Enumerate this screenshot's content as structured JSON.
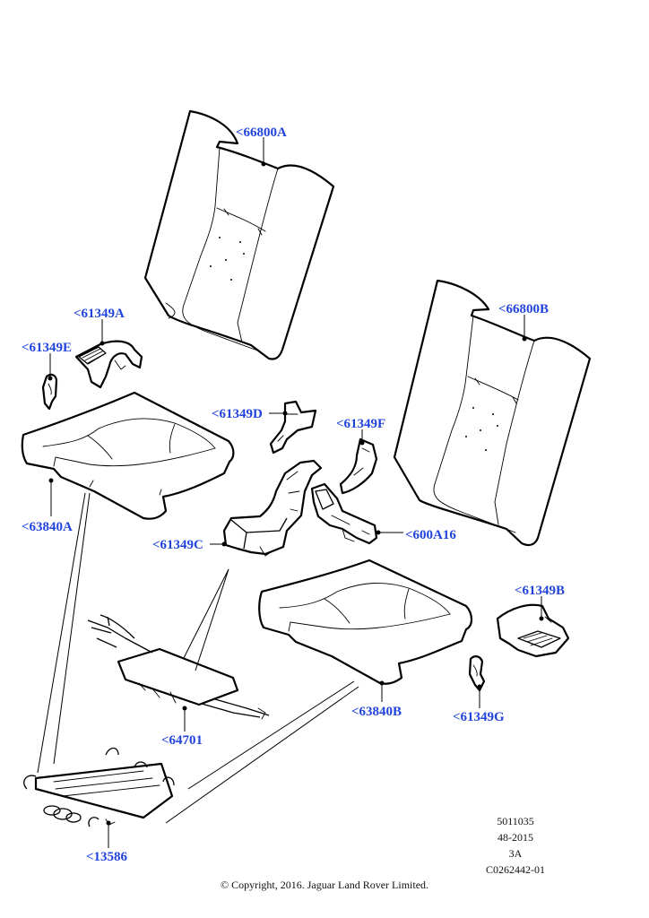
{
  "diagram": {
    "labels": {
      "p66800A": "<66800A",
      "p66800B": "<66800B",
      "p61349A": "<61349A",
      "p61349E": "<61349E",
      "p61349D": "<61349D",
      "p61349F": "<61349F",
      "p61349C": "<61349C",
      "p600A16": "<600A16",
      "p63840A": "<63840A",
      "p61349B": "<61349B",
      "p63840B": "<63840B",
      "p61349G": "<61349G",
      "p64701": "<64701",
      "p13586": "<13586"
    },
    "label_color": "#2244dd"
  },
  "meta": {
    "line1": "5011035",
    "line2": "48-2015",
    "line3": "3A",
    "line4": "C0262442-01"
  },
  "footer": {
    "copyright": "© Copyright, 2016. Jaguar Land Rover Limited."
  }
}
